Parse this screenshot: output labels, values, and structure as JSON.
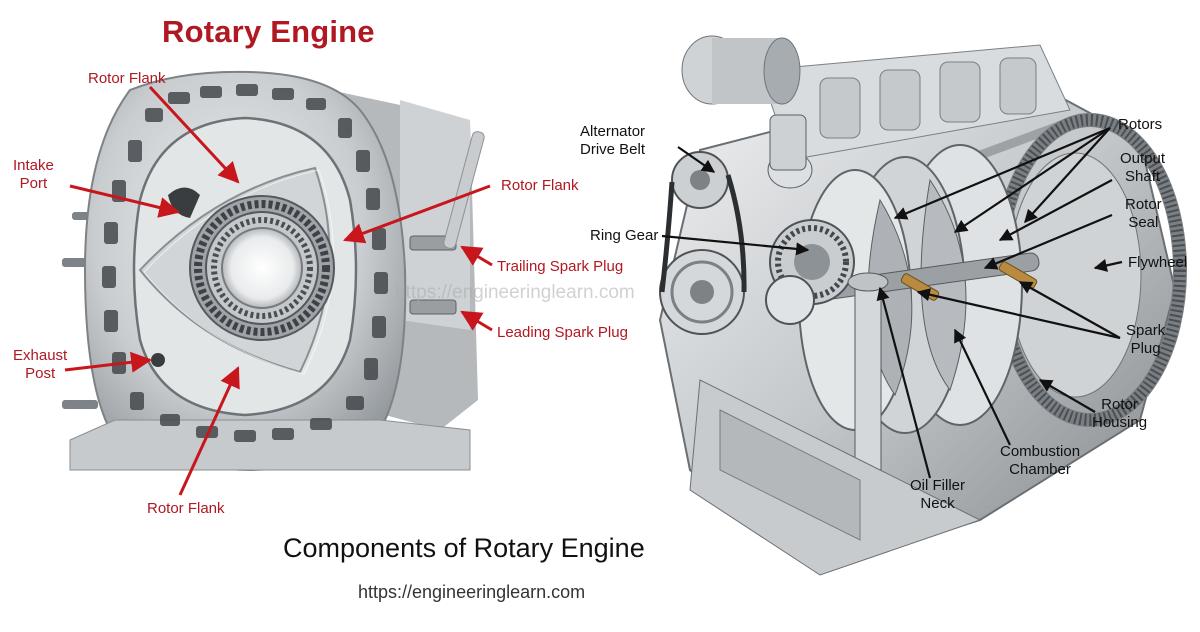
{
  "title": "Rotary Engine",
  "caption": "Components of Rotary Engine",
  "url": "https://engineeringlearn.com",
  "watermark": "https://engineeringlearn.com",
  "left_labels": {
    "rotor_flank_top": "Rotor Flank",
    "intake_port": "Intake\nPort",
    "rotor_flank_right": "Rotor Flank",
    "trailing_spark_plug": "Trailing Spark Plug",
    "leading_spark_plug": "Leading Spark Plug",
    "exhaust_post": "Exhaust\nPost",
    "rotor_flank_bottom": "Rotor Flank"
  },
  "right_labels": {
    "alternator_drive_belt": "Alternator\nDrive Belt",
    "ring_gear": "Ring Gear",
    "rotors": "Rotors",
    "output_shaft": "Output\nShaft",
    "rotor_seal": "Rotor\nSeal",
    "flywheel": "Flywheel",
    "spark_plug": "Spark\nPlug",
    "rotor_housing": "Rotor\nHousing",
    "combustion_chamber": "Combustion\nChamber",
    "oil_filler_neck": "Oil Filler\nNeck"
  },
  "colors": {
    "accent_red": "#b01822",
    "text_black": "#111111",
    "metal_light": "#d8dadb",
    "metal_mid": "#a9adb0",
    "metal_dark": "#5c6165"
  }
}
